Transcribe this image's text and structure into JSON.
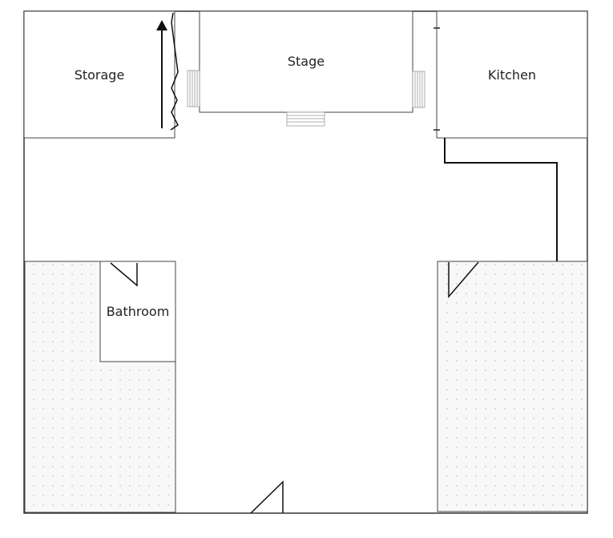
{
  "floorplan": {
    "rooms": {
      "storage": "Storage",
      "stage": "Stage",
      "kitchen": "Kitchen",
      "bathroom": "Bathroom"
    },
    "colors": {
      "wall": "#333333",
      "dotted_fill": "#f7f7f7",
      "dot": "#b0b0b0"
    }
  }
}
